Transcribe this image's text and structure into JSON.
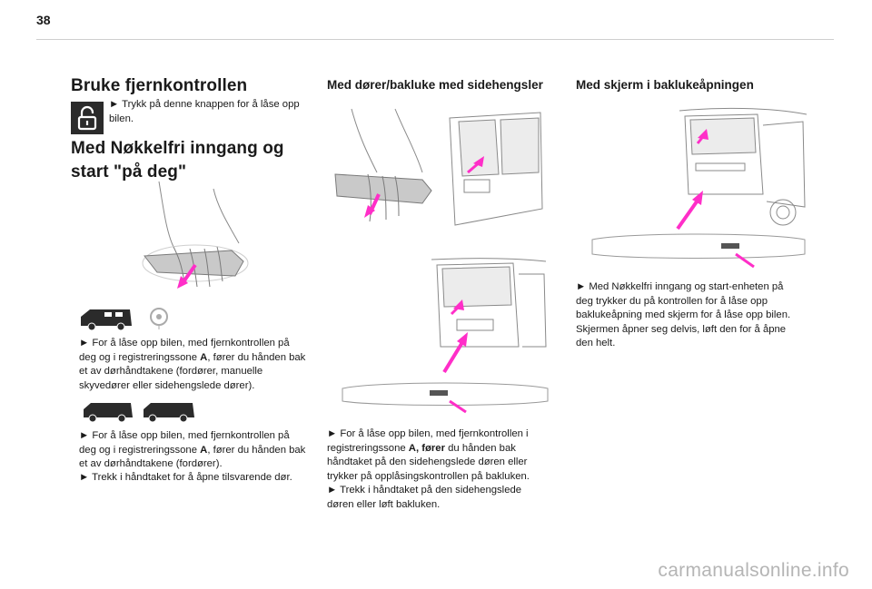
{
  "page_number": "38",
  "col1": {
    "title": "Bruke fjernkontrollen",
    "lock_para": "► Trykk på denne knappen for å låse opp bilen.",
    "subtitle_line1": "Med Nøkkelfri inngang og",
    "subtitle_line2": "start \"på deg\"",
    "para1_pre": "► For å låse opp bilen, med fjernkontrollen på deg og i registreringssone ",
    "para1_bold": "A",
    "para1_post": ", fører du hånden bak et av dørhåndtakene (fordører, manuelle skyvedører eller sidehengslede dører).",
    "para2_pre": "► For å låse opp bilen, med fjernkontrollen på deg og i registreringssone ",
    "para2_bold": "A",
    "para2_post": ", fører du hånden bak et av dørhåndtakene (fordører).",
    "para3": "► Trekk i håndtaket for å åpne tilsvarende dør."
  },
  "col2": {
    "title": "Med dører/bakluke med sidehengsler",
    "para1_pre": "► For å låse opp bilen, med fjernkontrollen i registreringssone ",
    "para1_bold": "A, fører",
    "para1_post": " du hånden bak håndtaket på den sidehengslede døren eller trykker på opplåsingskontrollen på bakluken.",
    "para2": "► Trekk i håndtaket på den sidehengslede døren eller løft bakluken."
  },
  "col3": {
    "title": "Med skjerm i baklukeåpningen",
    "para1": "► Med Nøkkelfri inngang og start-enheten på deg trykker du på kontrollen for å låse opp baklukeåpning med skjerm for å låse opp bilen. Skjermen åpner seg delvis, løft den for å åpne den helt."
  },
  "watermark": "carmanualsonline.info",
  "colors": {
    "accent": "#ff2ec8",
    "text": "#1a1a1a",
    "line": "#9a9a9a",
    "watermark": "#b5b5b5"
  }
}
